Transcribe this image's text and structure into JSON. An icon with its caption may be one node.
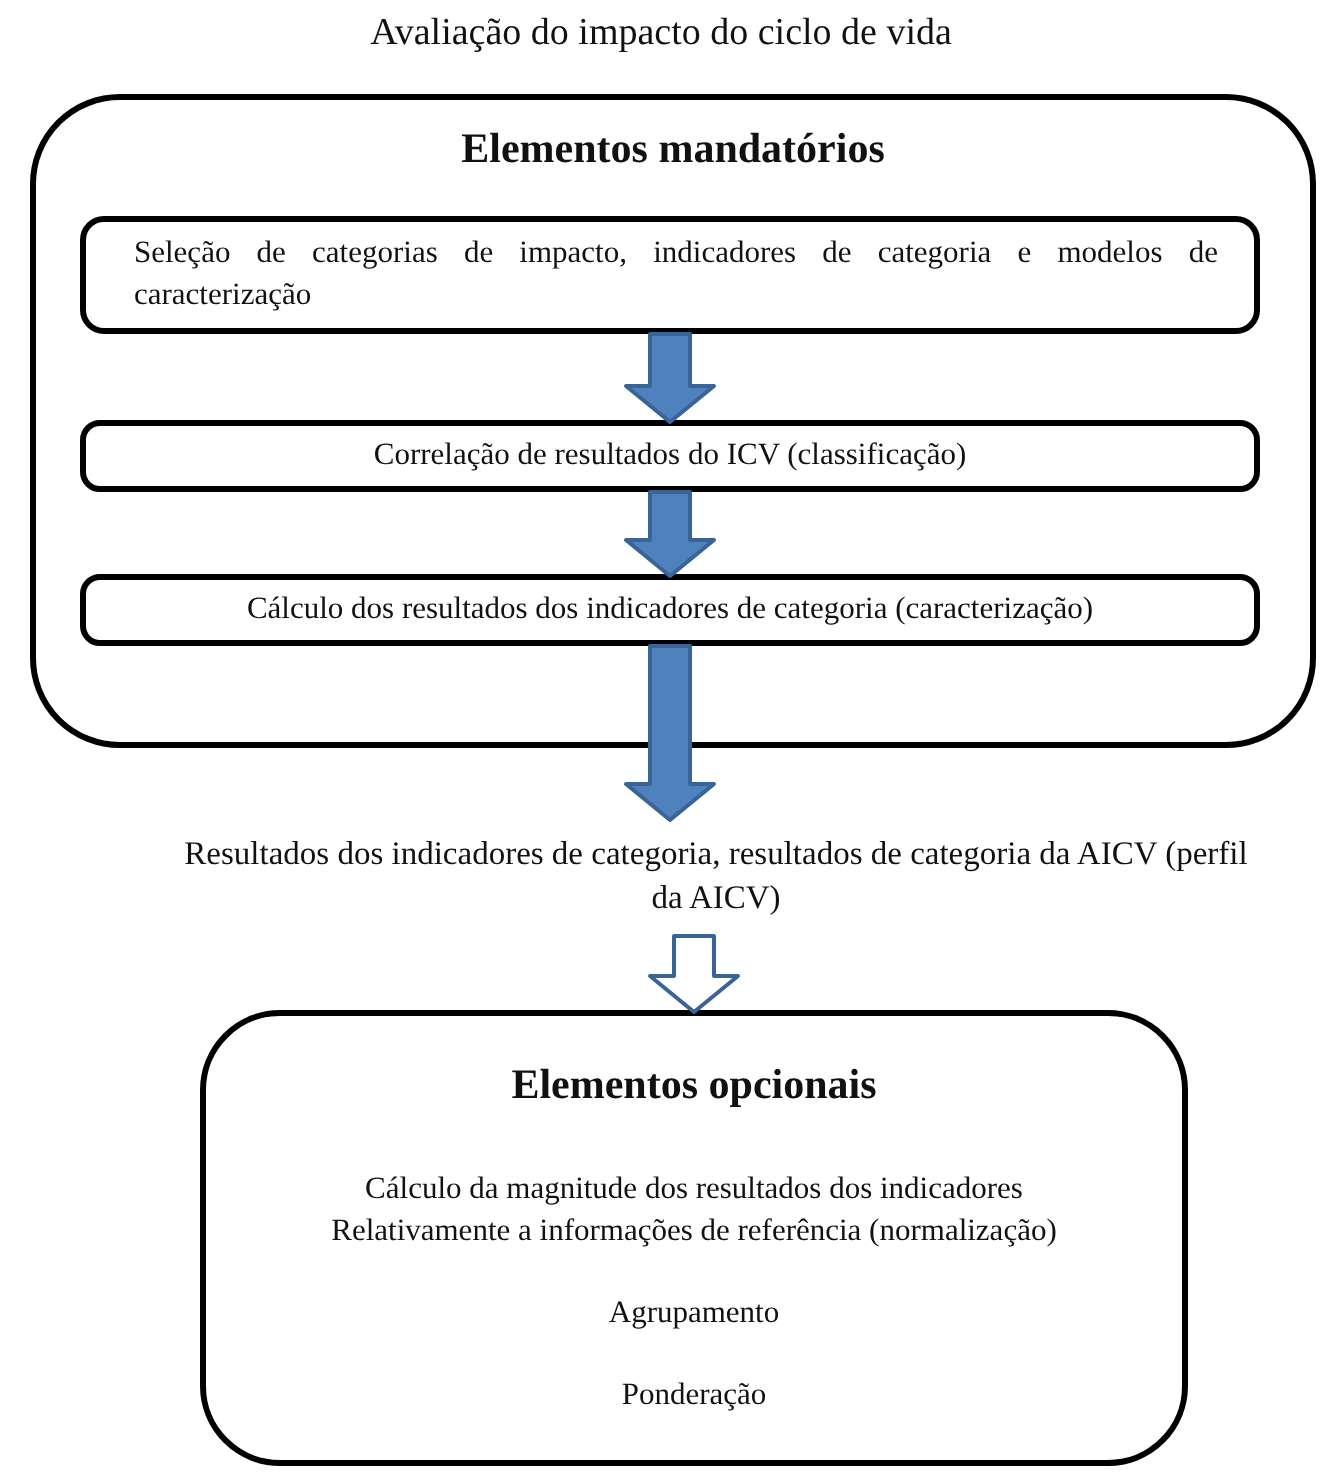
{
  "diagram": {
    "title": "Avaliação do impacto do ciclo de vida",
    "nodes": [
      {
        "text": [
          "Elementos mandatórios"
        ]
      },
      {
        "text": [
          "Seleção de categorias de impacto, indicadores de categoria e modelos de caracterização"
        ],
        "in": 0
      },
      {
        "text": [
          "Correlação de resultados do ICV (classificação)"
        ],
        "in": 0
      },
      {
        "text": [
          "Cálculo dos resultados dos indicadores de categoria (caracterização)"
        ],
        "in": 0
      },
      {
        "text": [
          "Resultados dos indicadores de categoria, resultados de categoria da AICV (perfil da AICV)"
        ]
      },
      {
        "text": [
          "Elementos opcionais",
          "Cálculo da magnitude dos resultados dos indicadores Relativamente a informações de referência (normalização)",
          "Agrupamento",
          "Ponderação"
        ]
      }
    ],
    "edges": [
      {
        "from": 1,
        "to": 2,
        "arrow": "to"
      },
      {
        "from": 2,
        "to": 3,
        "arrow": "to"
      },
      {
        "from": 3,
        "to": 4,
        "arrow": "to"
      },
      {
        "from": 4,
        "to": 5,
        "arrow": "to",
        "color": "#ffffff"
      }
    ]
  }
}
